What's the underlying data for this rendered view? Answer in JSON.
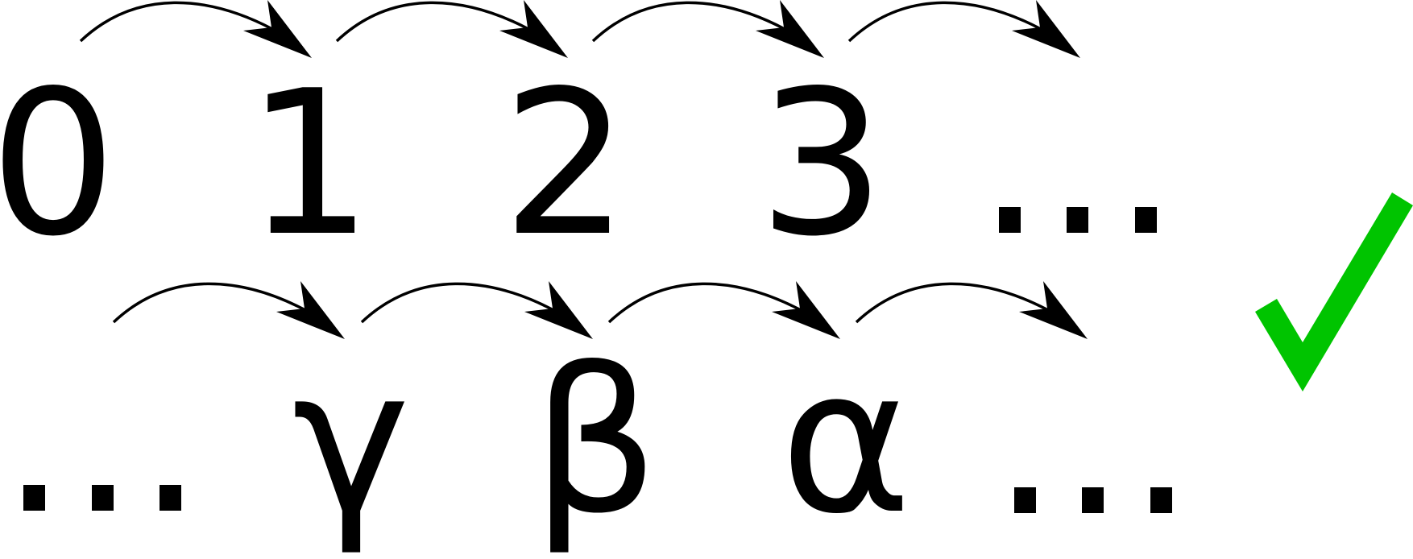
{
  "sequence_top": {
    "items": [
      "0",
      "1",
      "2",
      "3"
    ],
    "continuation": "dots"
  },
  "sequence_bottom": {
    "leading": "dots",
    "items": [
      "γ",
      "β",
      "α"
    ],
    "trailing": "dots"
  },
  "arrows": {
    "top_row_count": 4,
    "bottom_row_count": 4,
    "direction": "left-to-right"
  },
  "colors": {
    "ink": "#000000",
    "check": "#00c400",
    "background": "#ffffff"
  },
  "icons": {
    "result": "checkmark-icon"
  }
}
